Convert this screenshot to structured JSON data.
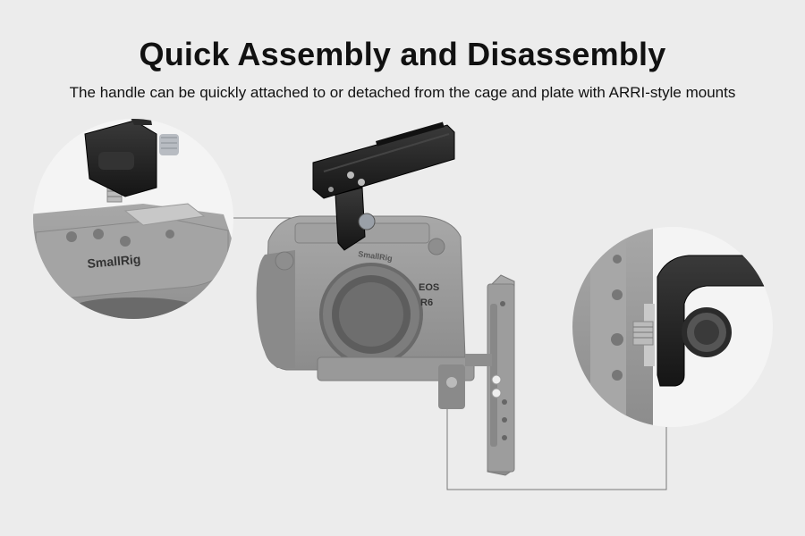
{
  "header": {
    "title": "Quick Assembly and Disassembly",
    "subtitle": "The handle can be quickly attached to or detached from the cage and plate with ARRI-style mounts"
  },
  "product": {
    "cage_brand_label": "SmallRig",
    "camera_model_label": "EOS",
    "camera_model_number": "R6"
  },
  "colors": {
    "background": "#ececec",
    "cage_gray": "#9a9a9a",
    "handle_black": "#222222",
    "connector_line": "#777777"
  }
}
